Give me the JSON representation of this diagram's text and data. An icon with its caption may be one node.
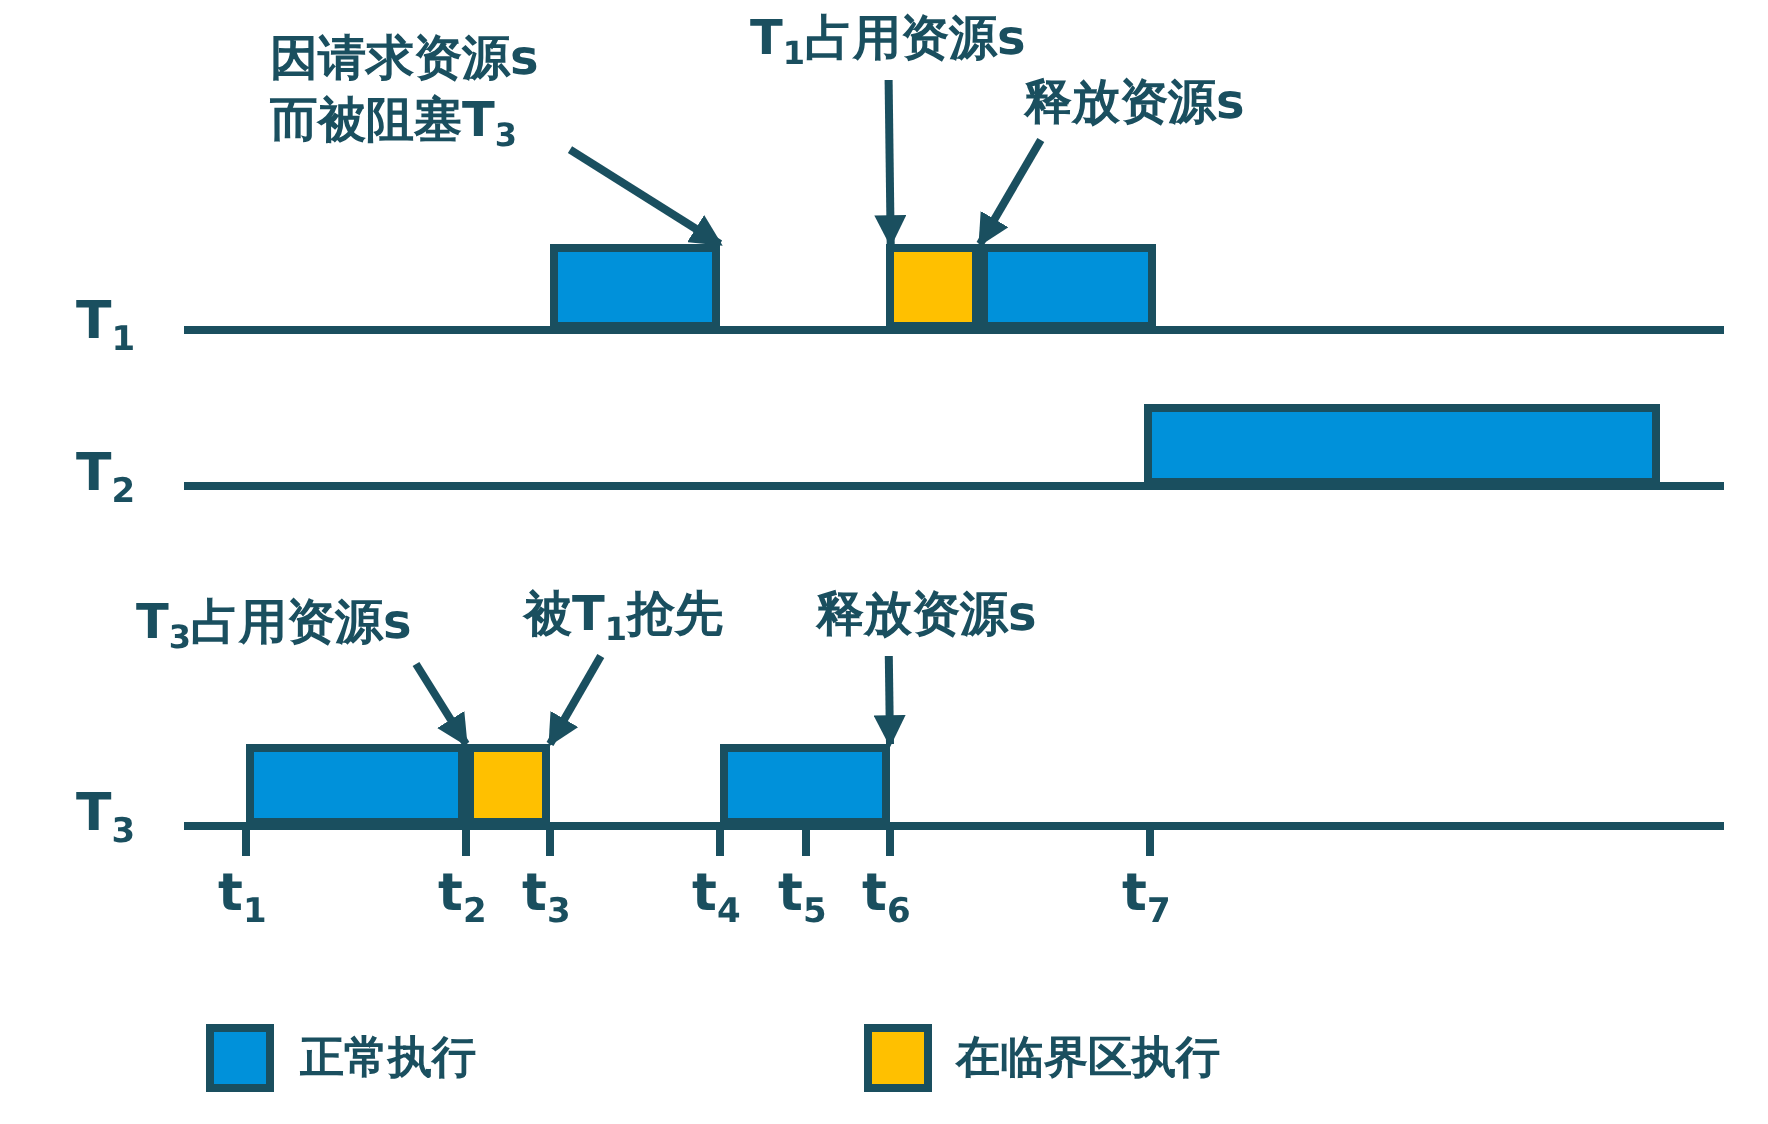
{
  "diagram": {
    "nodes": [
      {
        "text": [
          "因请求资源s而被阻塞T$_{3}$"
        ]
      },
      {
        "text": [],
        "shape": "box"
      },
      {
        "text": [
          "T$_{1}$占用资源s"
        ]
      },
      {
        "text": [
          "释放资源s"
        ]
      },
      {
        "text": [],
        "shape": "box"
      },
      {
        "text": [],
        "shape": "box"
      },
      {
        "text": [],
        "shape": "box"
      },
      {
        "text": [
          "T$_{3}$占用资源s"
        ]
      },
      {
        "text": [
          "被T$_{1}$抢先"
        ]
      },
      {
        "text": [
          "释放资源s"
        ]
      },
      {
        "text": [],
        "shape": "box"
      },
      {
        "text": [],
        "shape": "box"
      },
      {
        "text": [],
        "shape": "box"
      }
    ],
    "edges": [
      {
        "from": 0,
        "to": 1,
        "arrow": "to"
      },
      {
        "from": 2,
        "to": 4,
        "arrow": "to"
      },
      {
        "from": 3,
        "to": 5,
        "arrow": "to"
      },
      {
        "from": 7,
        "to": 11,
        "arrow": "to"
      },
      {
        "from": 8,
        "to": 11,
        "arrow": "to"
      },
      {
        "from": 9,
        "to": 12,
        "arrow": "to"
      }
    ],
    "labels": [
      "T$_{1}$",
      "T$_{2}$",
      "T$_{3}$",
      "t$_{1}$",
      "t$_{2}$",
      "t$_{3}$",
      "t$_{4}$",
      "t$_{5}$",
      "t$_{6}$",
      "t$_{7}$"
    ],
    "legend": [
      {
        "text": "正常执行",
        "color": "#0091da"
      },
      {
        "text": "在临界区执行",
        "color": "#ffc000"
      }
    ]
  }
}
